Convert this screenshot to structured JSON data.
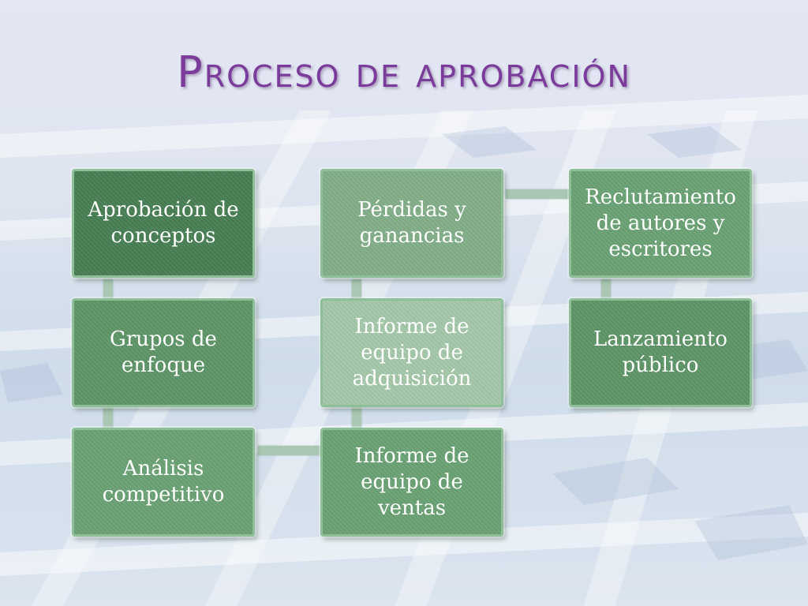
{
  "slide": {
    "title": "Proceso de aprobación"
  },
  "boxes": [
    {
      "label": "Aprobación de conceptos"
    },
    {
      "label": "Grupos de enfoque"
    },
    {
      "label": "Análisis competitivo"
    },
    {
      "label": "Informe de equipo de ventas"
    },
    {
      "label": "Informe de equipo de adquisición"
    },
    {
      "label": "Pérdidas y ganancias"
    },
    {
      "label": "Reclutamiento de autores y escritores"
    },
    {
      "label": "Lanzamiento público"
    }
  ],
  "colors": {
    "title": "#7a3b9a",
    "box_border": "#8fbf98",
    "connector": "#a9c7b2"
  }
}
